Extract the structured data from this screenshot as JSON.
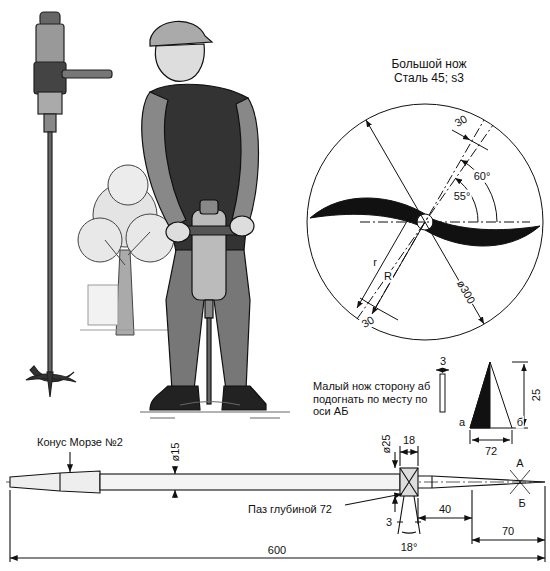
{
  "diagram": {
    "labels": [
      "Большой нож Сталь 45; s3",
      "30",
      "60°",
      "55°",
      "R",
      "r",
      "ø300",
      "30",
      "3",
      "Малый нож сторону аб подогнать по месту по оси АБ",
      "25",
      "а",
      "б",
      "72",
      "Конус Морзе №2",
      "ø25",
      "18",
      "ø15",
      "А",
      "Б",
      "Паз глубиной 72",
      "3",
      "18°",
      "40",
      "70",
      "600"
    ]
  }
}
